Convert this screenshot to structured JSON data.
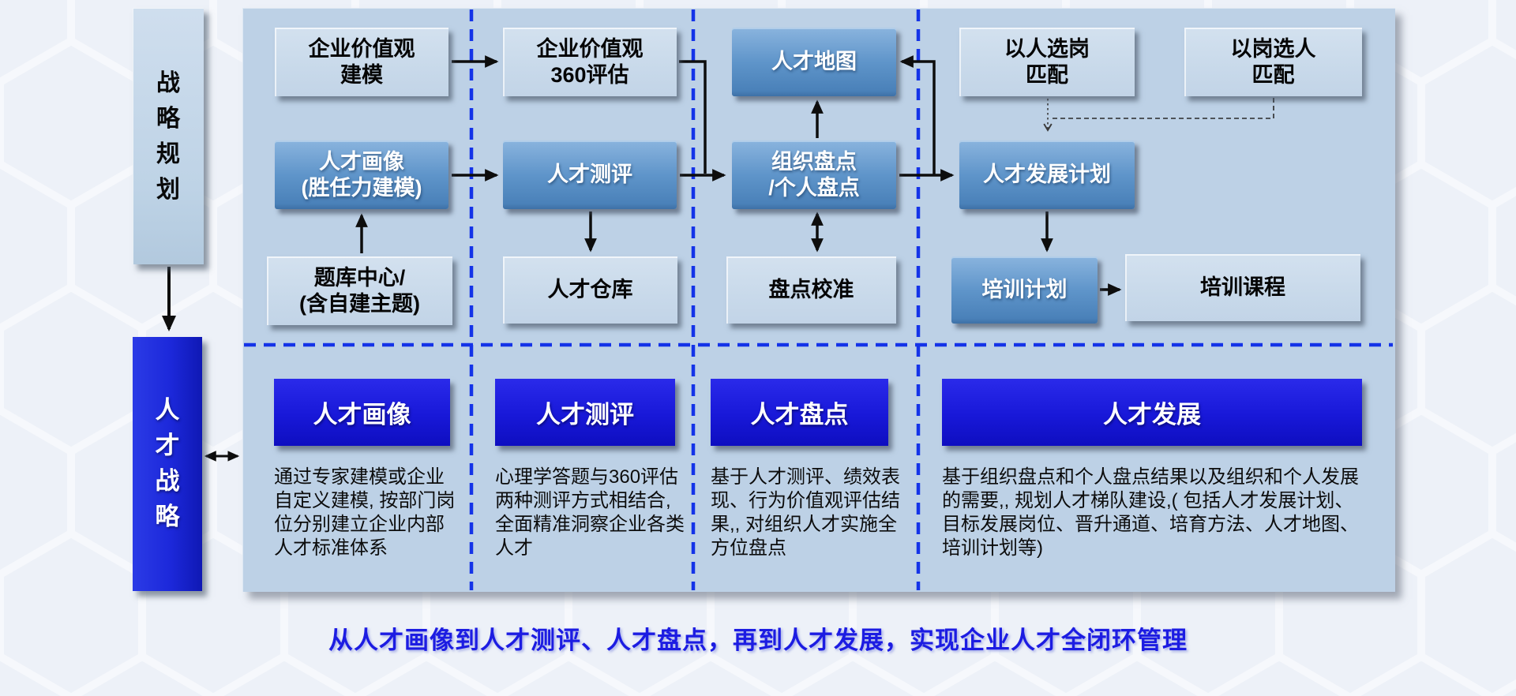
{
  "left_rail": {
    "strategy_planning": "战略规划",
    "talent_strategy": "人才战略"
  },
  "flow": {
    "boxes": [
      {
        "id": "values-modeling",
        "line1": "企业价值观",
        "line2": "建模"
      },
      {
        "id": "values-360",
        "line1": "企业价值观",
        "line2": "360评估"
      },
      {
        "id": "talent-map",
        "line1": "人才地图",
        "line2": ""
      },
      {
        "id": "person-post-match",
        "line1": "以人选岗",
        "line2": "匹配"
      },
      {
        "id": "post-person-match",
        "line1": "以岗选人",
        "line2": "匹配"
      },
      {
        "id": "talent-portrait",
        "line1": "人才画像",
        "line2": "(胜任力建模)"
      },
      {
        "id": "talent-assessment",
        "line1": "人才测评",
        "line2": ""
      },
      {
        "id": "org-review",
        "line1": "组织盘点",
        "line2": "/个人盘点"
      },
      {
        "id": "talent-dev-plan",
        "line1": "人才发展计划",
        "line2": ""
      },
      {
        "id": "question-bank",
        "line1": "题库中心/",
        "line2": "(含自建主题)"
      },
      {
        "id": "talent-warehouse",
        "line1": "人才仓库",
        "line2": ""
      },
      {
        "id": "review-calibration",
        "line1": "盘点校准",
        "line2": ""
      },
      {
        "id": "training-plan",
        "line1": "培训计划",
        "line2": ""
      },
      {
        "id": "training-course",
        "line1": "培训课程",
        "line2": ""
      }
    ]
  },
  "sections": [
    {
      "header": "人才画像",
      "description": "通过专家建模或企业自定义建模, 按部门岗位分别建立企业内部人才标准体系"
    },
    {
      "header": "人才测评",
      "description": "心理学答题与360评估两种测评方式相结合, 全面精准洞察企业各类人才"
    },
    {
      "header": "人才盘点",
      "description": "基于人才测评、绩效表现、行为价值观评估结果,, 对组织人才实施全方位盘点"
    },
    {
      "header": "人才发展",
      "description": "基于组织盘点和个人盘点结果以及组织和个人发展的需要,, 规划人才梯队建设,( 包括人才发展计划、目标发展岗位、晋升通道、培育方法、人才地图、培训计划等)"
    }
  ],
  "caption": "从人才画像到人才测评、人才盘点，再到人才发展，实现企业人才全闭环管理",
  "colors": {
    "page_background": "#edf1f8",
    "panel_background": "#bdd1e6",
    "light_box": "#c9d9ea",
    "blue_box_top": "#8ab4de",
    "blue_box_bottom": "#4a81b9",
    "header_blue": "#1818d8",
    "talent_strategy_blue": "#1c28da",
    "dashed_divider_blue": "#1433e8",
    "caption_blue": "#1c1ce2",
    "arrow_black": "#0d0d0d"
  }
}
